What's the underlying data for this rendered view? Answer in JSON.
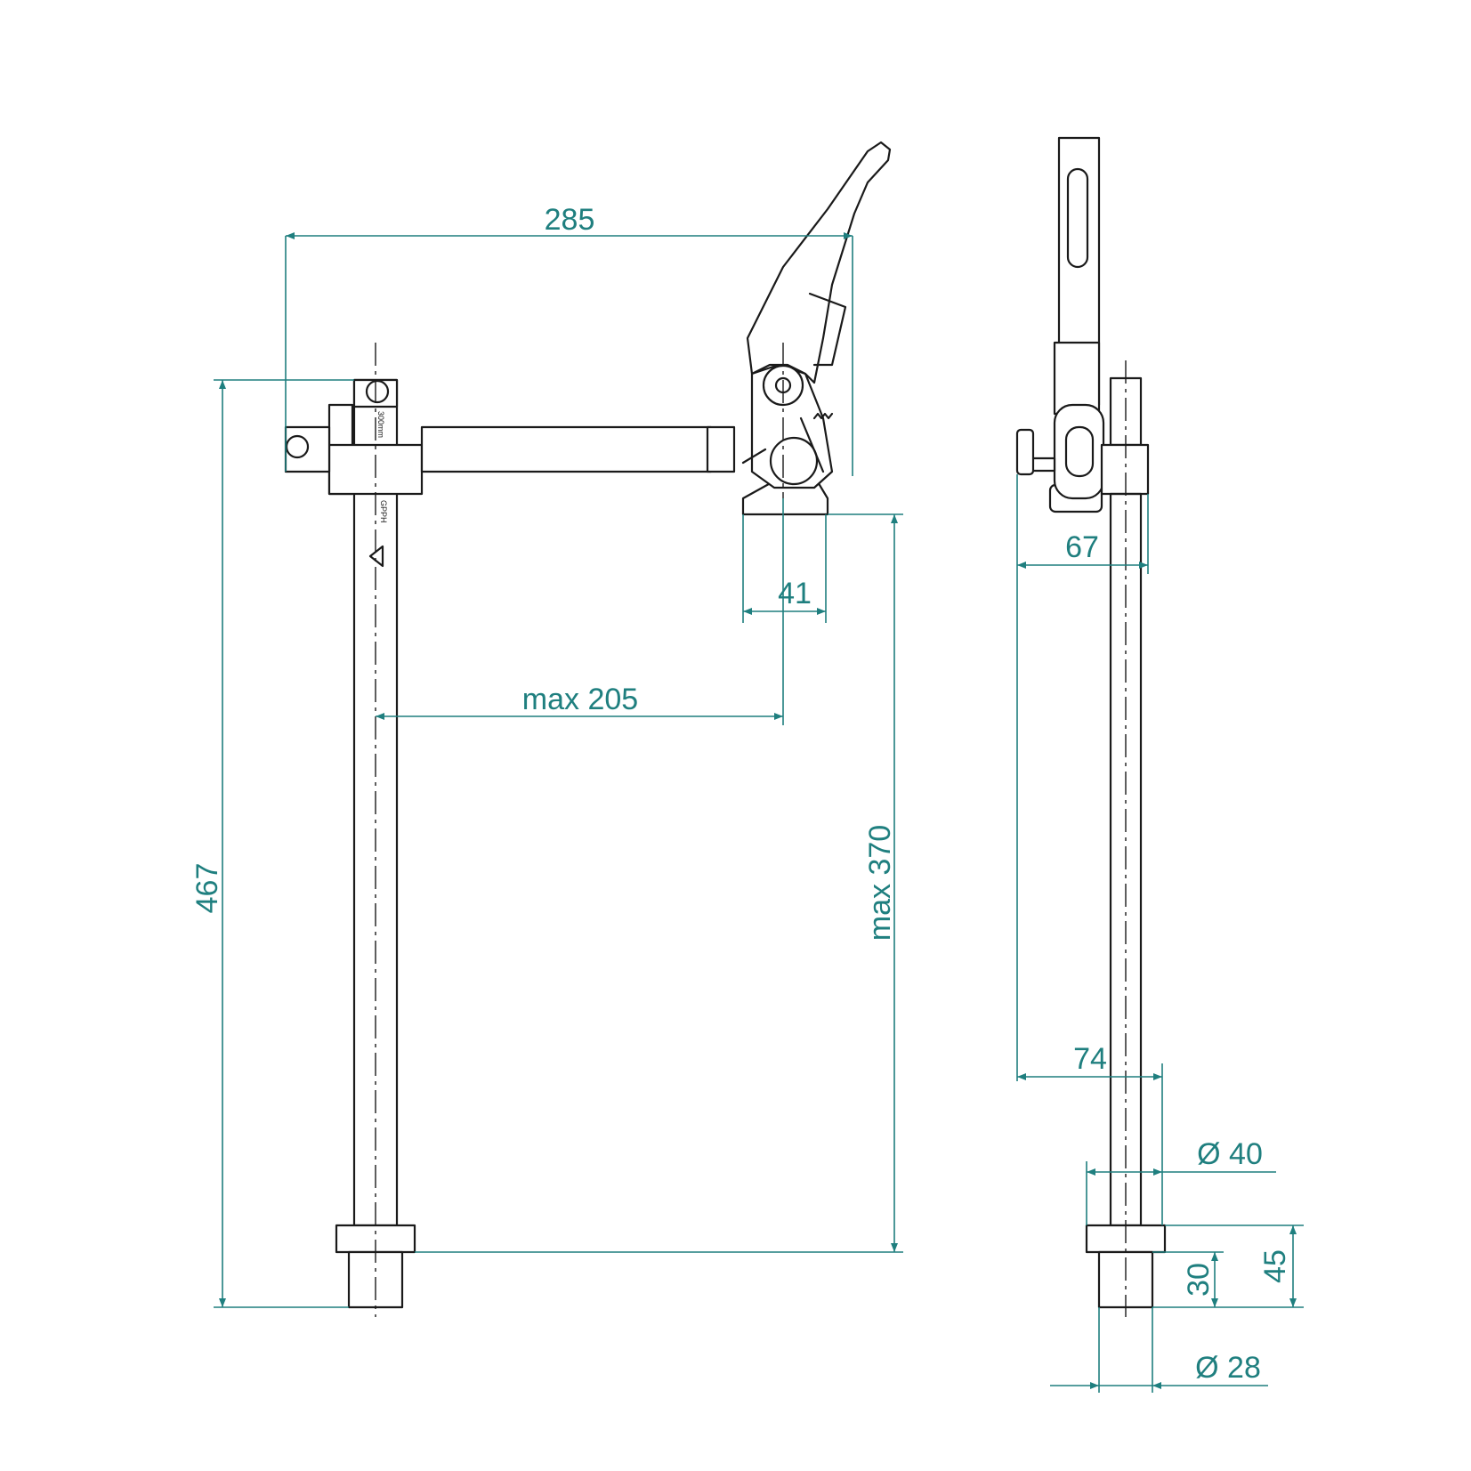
{
  "dimensions": {
    "width_285": "285",
    "height_467": "467",
    "offset_41": "41",
    "reach_max205": "max  205",
    "height_max370": "max  370",
    "side_67": "67",
    "side_74": "74",
    "dia_40": "Ø  40",
    "dia_28": "Ø  28",
    "len_45": "45",
    "len_30": "30"
  },
  "marking": {
    "rod_text": "300mm",
    "brand_text": "GPPH"
  },
  "colors": {
    "dimension": "#1f7f7f",
    "outline": "#1a1a1a"
  }
}
